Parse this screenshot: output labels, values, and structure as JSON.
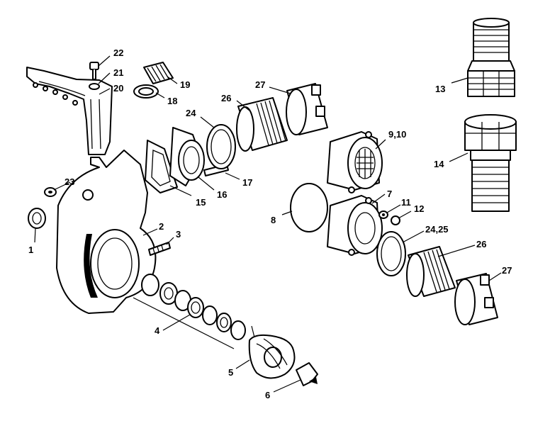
{
  "labels": {
    "l1": "1",
    "l2": "2",
    "l3": "3",
    "l4": "4",
    "l5": "5",
    "l6": "6",
    "l7": "7",
    "l8": "8",
    "l9_10": "9,10",
    "l11": "11",
    "l12": "12",
    "l13": "13",
    "l14": "14",
    "l15": "15",
    "l16": "16",
    "l17": "17",
    "l18": "18",
    "l19": "19",
    "l20": "20",
    "l21": "21",
    "l22": "22",
    "l23": "23",
    "l24": "24",
    "l24_25": "24,25",
    "l26a": "26",
    "l26b": "26",
    "l27a": "27",
    "l27b": "27"
  },
  "colors": {
    "line": "#000000",
    "background": "#ffffff"
  }
}
